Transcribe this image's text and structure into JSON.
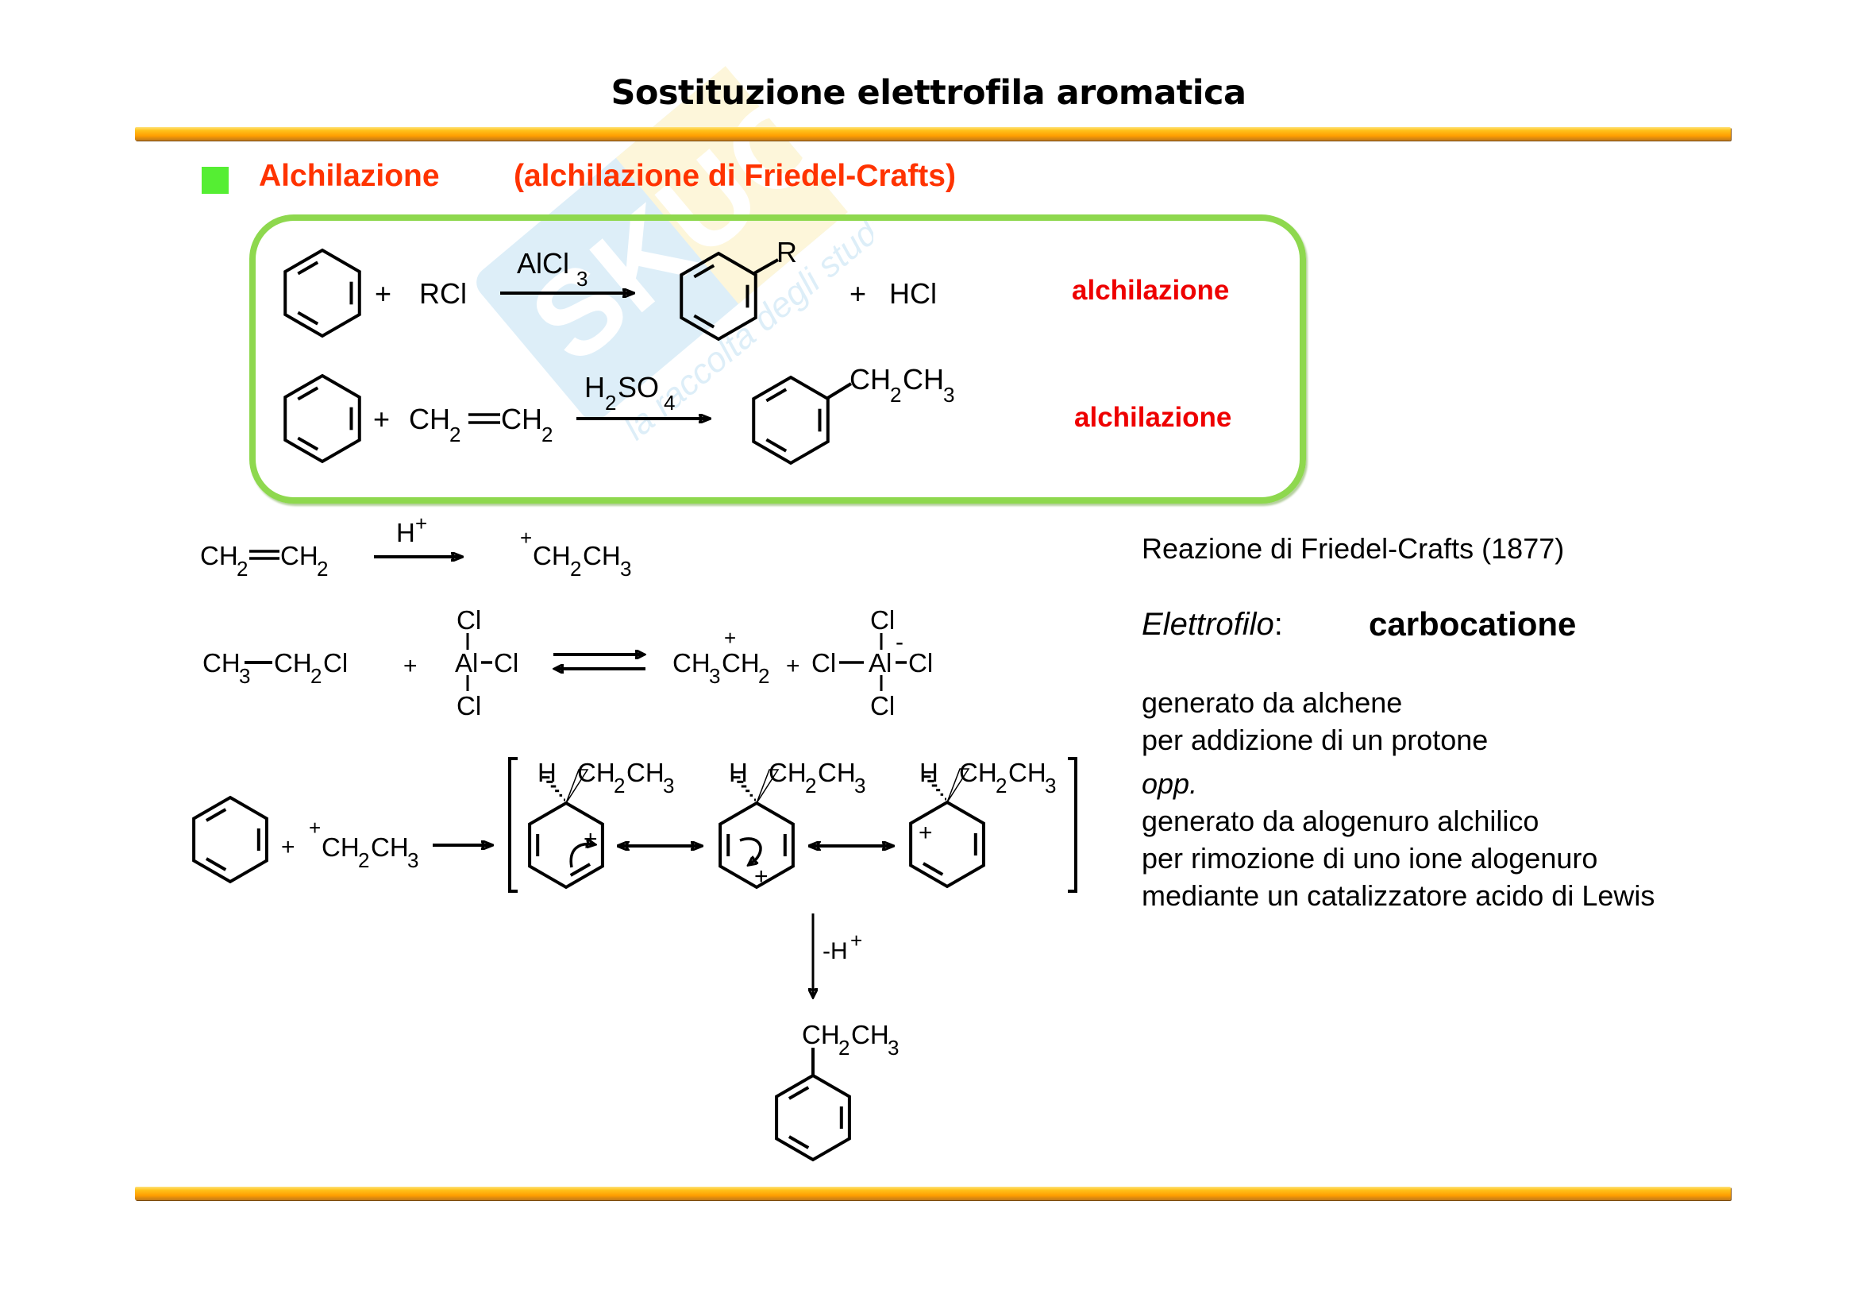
{
  "slide": {
    "title": "Sostituzione elettrofila aromatica",
    "section_heading": "Alchilazione",
    "section_subheading": "(alchilazione di Friedel-Crafts)",
    "colors": {
      "heading_red": "#ff3300",
      "label_red": "#ee0000",
      "bullet_green": "#55ee33",
      "box_green": "#8ed84e",
      "bar_orange": "#ff9e00"
    }
  },
  "watermark": {
    "logo_text": "Skuola.net",
    "tagline": "la raccolta degli studenti"
  },
  "reactions_box": {
    "row1": {
      "plus1": "+",
      "reagent": "RCl",
      "catalyst": "AlCl",
      "catalyst_sub": "3",
      "product_substituent": "R",
      "plus2": "+",
      "byproduct": "HCl",
      "label": "alchilazione"
    },
    "row2": {
      "plus1": "+",
      "reagent_a": "CH",
      "reagent_a_sub": "2",
      "reagent_b": "CH",
      "reagent_b_sub": "2",
      "catalyst_h": "H",
      "catalyst_h_sub": "2",
      "catalyst_so": "SO",
      "catalyst_so_sub": "4",
      "product_ch": "CH",
      "product_ch_sub": "2",
      "product_ch3": "CH",
      "product_ch3_sub": "3",
      "label": "alchilazione"
    }
  },
  "mechanism": {
    "step1": {
      "reactant_a": "CH",
      "reactant_a_sub": "2",
      "reactant_b": "CH",
      "reactant_b_sub": "2",
      "reagent": "H",
      "reagent_sup": "+",
      "product_charge": "+",
      "product_ch": "CH",
      "product_ch_sub": "2",
      "product_ch3": "CH",
      "product_ch3_sub": "3"
    },
    "step2": {
      "reactant_ch3": "CH",
      "reactant_ch3_sub": "3",
      "reactant_ch2cl": "CH",
      "reactant_ch2cl_sub": "2",
      "reactant_cl": "Cl",
      "plus": "+",
      "lewis_center": "Al",
      "lewis_cl": "Cl",
      "product_ch3": "CH",
      "product_ch3_sub": "3",
      "product_ch2": "CH",
      "product_ch2_sub": "2",
      "product_charge": "+",
      "plus2": "+",
      "anion_cl": "Cl",
      "anion_center": "Al",
      "anion_charge": "-"
    },
    "step3": {
      "plus": "+",
      "electrophile_charge": "+",
      "electrophile_ch": "CH",
      "electrophile_ch_sub": "2",
      "electrophile_ch3": "CH",
      "electrophile_ch3_sub": "3",
      "sigma_h": "H",
      "sigma_ch": "CH",
      "sigma_ch_sub": "2",
      "sigma_ch3": "CH",
      "sigma_ch3_sub": "3",
      "charge": "+",
      "deprotonation": "-H",
      "deprotonation_sup": "+",
      "final_ch": "CH",
      "final_ch_sub": "2",
      "final_ch3": "CH",
      "final_ch3_sub": "3"
    }
  },
  "notes": {
    "reaction_name": "Reazione di Friedel-Crafts  (1877)",
    "electrophile_label": "Elettrofilo",
    "electrophile_colon": ":",
    "electrophile_value": "carbocatione",
    "lines": [
      "generato da alchene",
      "per addizione di un protone",
      "opp.",
      "generato da alogenuro alchilico",
      "per rimozione di uno ione alogenuro",
      "mediante un catalizzatore acido di Lewis"
    ]
  }
}
